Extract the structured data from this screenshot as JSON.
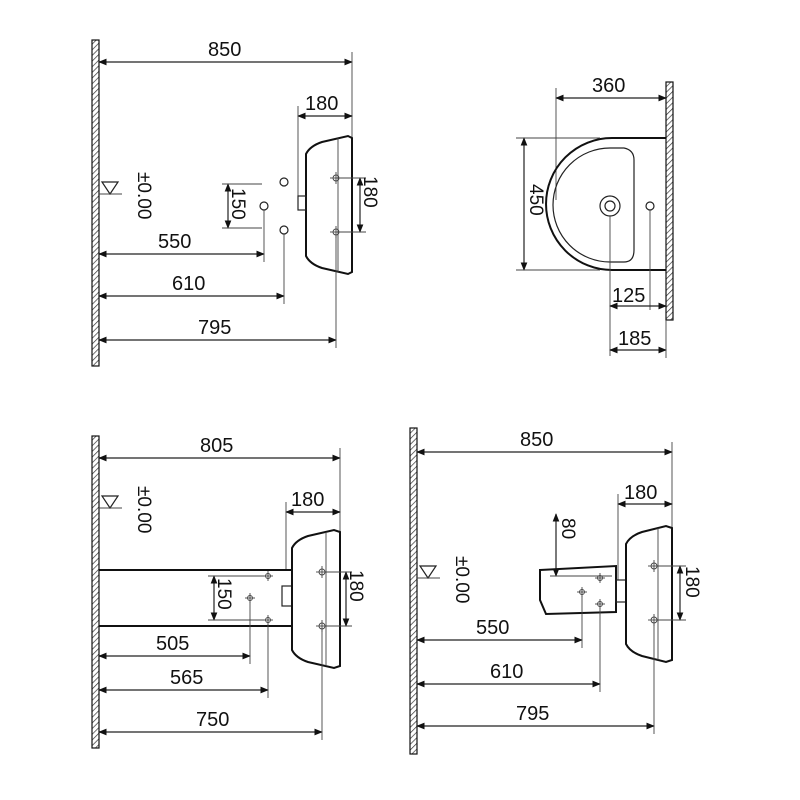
{
  "views": {
    "top_left": {
      "total": "850",
      "depth": "180",
      "hole_v": "150",
      "basin_v": "180",
      "level": "±0.00",
      "d1": "550",
      "d2": "610",
      "d3": "795"
    },
    "top_right": {
      "width": "360",
      "depth": "450",
      "d1": "125",
      "d2": "185"
    },
    "bottom_left": {
      "total": "805",
      "depth": "180",
      "hole_v": "150",
      "basin_v": "180",
      "level": "±0.00",
      "d1": "505",
      "d2": "565",
      "d3": "750"
    },
    "bottom_right": {
      "total": "850",
      "depth": "180",
      "v80": "80",
      "basin_v": "180",
      "level": "±0.00",
      "d1": "550",
      "d2": "610",
      "d3": "795"
    }
  },
  "icons": [
    "level-triangle-icon"
  ]
}
